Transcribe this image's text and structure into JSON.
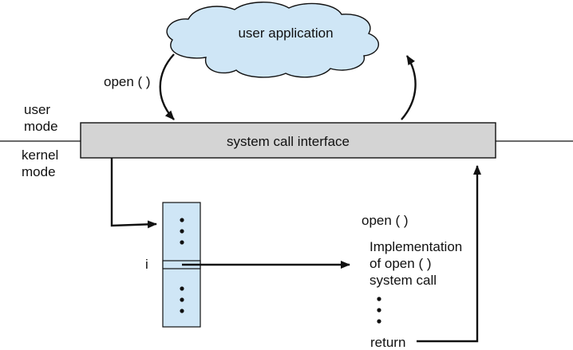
{
  "cloud": {
    "label": "user application"
  },
  "call": {
    "label": "open ( )"
  },
  "mode": {
    "user_line1": "user",
    "user_line2": "mode",
    "kernel_line1": "kernel",
    "kernel_line2": "mode"
  },
  "interface": {
    "label": "system call interface"
  },
  "table": {
    "index_label": "i"
  },
  "implementation": {
    "heading": "open ( )",
    "line1": "Implementation",
    "line2": "of open ( )",
    "line3": "system call",
    "return_label": "return"
  },
  "colors": {
    "cloud_fill": "#cfe6f6",
    "table_fill": "#cfe6f6",
    "interface_fill": "#d4d4d4",
    "stroke": "#111111"
  }
}
